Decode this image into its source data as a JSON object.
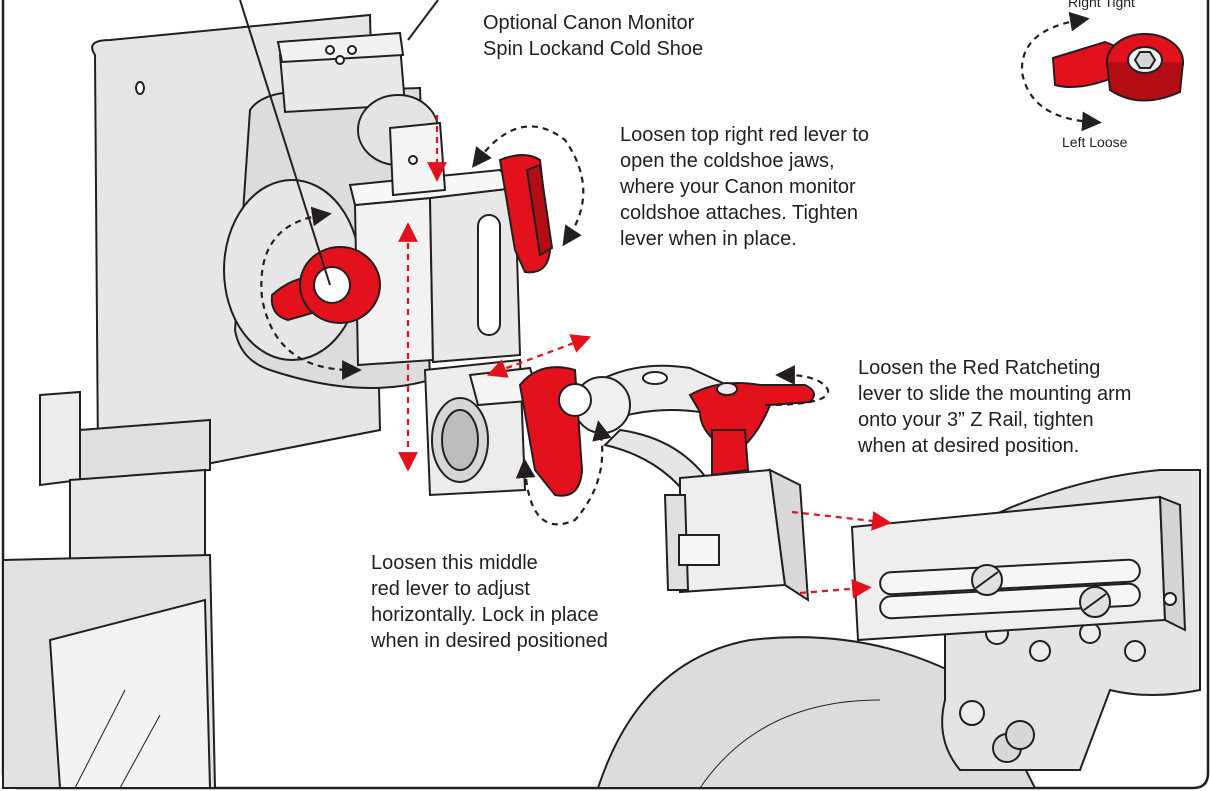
{
  "captions": {
    "top": "Optional Canon Monitor\nSpin Lockand Cold Shoe",
    "jaws": "Loosen top right red lever to\nopen the coldshoe jaws,\nwhere your Canon monitor\ncoldshoe attaches. Tighten\nlever when in place.",
    "ratchet": "Loosen the Red Ratcheting\nlever to slide the mounting arm\nonto your 3” Z Rail, tighten\nwhen at desired position.",
    "middle": "Loosen this middle\nred lever to adjust\nhorizontally. Lock in place\nwhen in desired positioned"
  },
  "legend": {
    "tight": "Right Tight",
    "loose": "Left Loose"
  },
  "colors": {
    "lever_red": "#e3111b",
    "outline": "#231f20",
    "body_grey": "#ececec",
    "arrow_red": "#e3111b"
  }
}
